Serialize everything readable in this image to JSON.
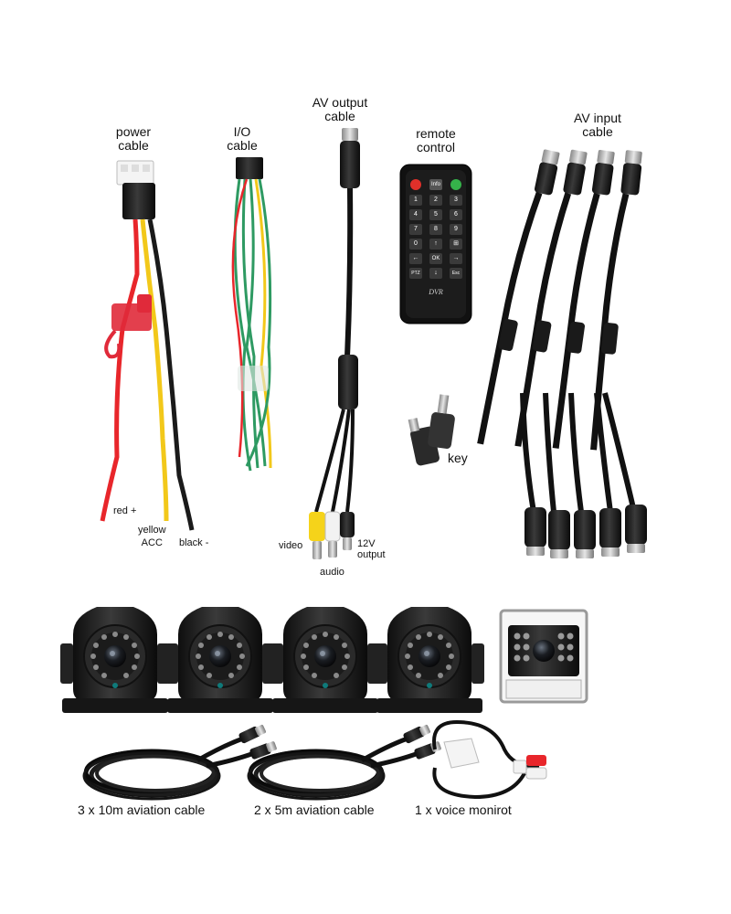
{
  "labels": {
    "power_cable": [
      "power",
      "cable"
    ],
    "io_cable": [
      "I/O",
      "cable"
    ],
    "av_output_cable": [
      "AV output",
      "cable"
    ],
    "remote_control": [
      "remote",
      "control"
    ],
    "av_input_cable": [
      "AV input",
      "cable"
    ],
    "key": "key",
    "red": "red +",
    "yellow": [
      "yellow",
      "ACC"
    ],
    "black": "black -",
    "video": "video",
    "audio": "audio",
    "output_12v": [
      "12V",
      "output"
    ]
  },
  "remote_keys": {
    "row1": [
      "",
      "Info",
      ""
    ],
    "row2": [
      "1",
      "2",
      "3"
    ],
    "row3": [
      "4",
      "5",
      "6"
    ],
    "row4": [
      "7",
      "8",
      "9"
    ],
    "row5": [
      "0",
      "↑",
      "⊞"
    ],
    "row6": [
      "←",
      "OK",
      "→"
    ],
    "row7": [
      "PTZ",
      "↓",
      "Esc"
    ],
    "brand": "DVR"
  },
  "captions": {
    "cable_10m": "3 x 10m aviation cable",
    "cable_5m": "2 x 5m aviation cable",
    "voice": "1 x voice monirot"
  },
  "colors": {
    "wire_red": "#e8262b",
    "wire_yellow": "#f2c81a",
    "wire_black": "#1a1a1a",
    "wire_green": "#2e9a62",
    "rca_yellow": "#f5d31a"
  }
}
